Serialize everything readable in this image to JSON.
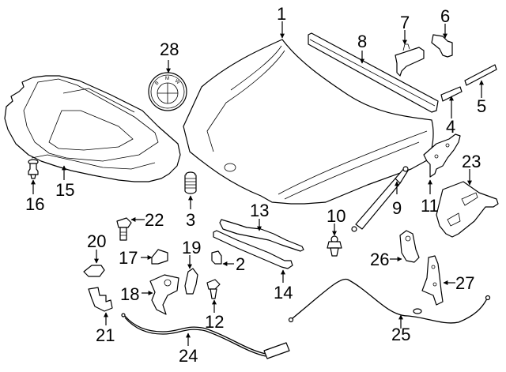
{
  "diagram": {
    "title": "",
    "background": "#ffffff",
    "line_color": "#000000",
    "callouts": [
      {
        "id": "1",
        "label": "1",
        "part": "hood-panel"
      },
      {
        "id": "2",
        "label": "2",
        "part": "clip"
      },
      {
        "id": "3",
        "label": "3",
        "part": "bumper-stop"
      },
      {
        "id": "4",
        "label": "4",
        "part": "seal-short"
      },
      {
        "id": "5",
        "label": "5",
        "part": "seal-long"
      },
      {
        "id": "6",
        "label": "6",
        "part": "bracket-right"
      },
      {
        "id": "7",
        "label": "7",
        "part": "bracket-left"
      },
      {
        "id": "8",
        "label": "8",
        "part": "rear-seal-strip"
      },
      {
        "id": "9",
        "label": "9",
        "part": "lift-support-strut"
      },
      {
        "id": "10",
        "label": "10",
        "part": "ball-stud"
      },
      {
        "id": "11",
        "label": "11",
        "part": "hinge"
      },
      {
        "id": "12",
        "label": "12",
        "part": "bolt"
      },
      {
        "id": "13",
        "label": "13",
        "part": "seal-bracket"
      },
      {
        "id": "14",
        "label": "14",
        "part": "front-seal"
      },
      {
        "id": "15",
        "label": "15",
        "part": "insulator-pad"
      },
      {
        "id": "16",
        "label": "16",
        "part": "push-clip"
      },
      {
        "id": "17",
        "label": "17",
        "part": "guide"
      },
      {
        "id": "18",
        "label": "18",
        "part": "latch"
      },
      {
        "id": "19",
        "label": "19",
        "part": "release-handle"
      },
      {
        "id": "20",
        "label": "20",
        "part": "cover"
      },
      {
        "id": "21",
        "label": "21",
        "part": "holder"
      },
      {
        "id": "22",
        "label": "22",
        "part": "flange-bolt"
      },
      {
        "id": "23",
        "label": "23",
        "part": "hinge-bracket"
      },
      {
        "id": "24",
        "label": "24",
        "part": "release-cable-front"
      },
      {
        "id": "25",
        "label": "25",
        "part": "release-cable-rear"
      },
      {
        "id": "26",
        "label": "26",
        "part": "lock-bracket"
      },
      {
        "id": "27",
        "label": "27",
        "part": "lock-support"
      },
      {
        "id": "28",
        "label": "28",
        "part": "emblem"
      }
    ],
    "emblem_text": [
      "B",
      "M",
      "W"
    ]
  }
}
